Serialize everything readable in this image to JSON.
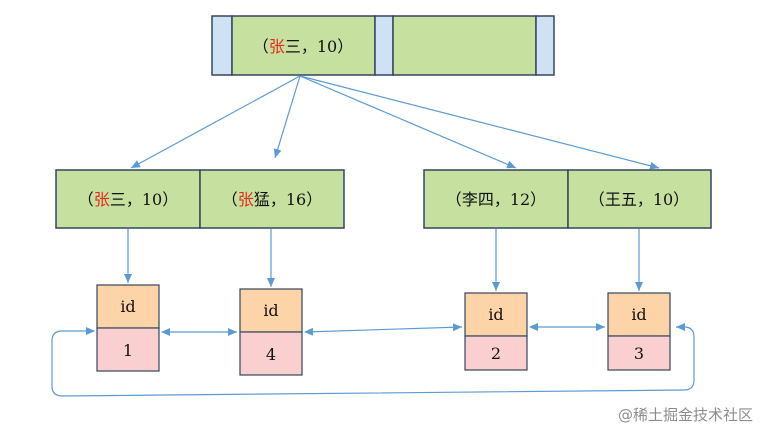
{
  "root": {
    "entry": {
      "prefix": "（",
      "highlight": "张",
      "rest": "三，10）"
    }
  },
  "leaves": [
    {
      "prefix": "（",
      "highlight": "张",
      "rest": "三，10）"
    },
    {
      "prefix": "（",
      "highlight": "张",
      "rest": "猛，16）"
    },
    {
      "prefix": "（",
      "highlight": "",
      "rest": "李四，12）"
    },
    {
      "prefix": "（",
      "highlight": "",
      "rest": "王五，10）"
    }
  ],
  "records": [
    {
      "header": "id",
      "value": "1"
    },
    {
      "header": "id",
      "value": "4"
    },
    {
      "header": "id",
      "value": "2"
    },
    {
      "header": "id",
      "value": "3"
    }
  ],
  "watermark": "@稀土掘金技术社区",
  "colors": {
    "node_fill": "#c6e0a0",
    "pointer_fill": "#cfe2f3",
    "border": "#35465c",
    "highlight_text": "#e8291c",
    "record_header_fill": "#fcd4a8",
    "record_value_fill": "#f9cfd0",
    "arrow": "#5b9bd5"
  }
}
